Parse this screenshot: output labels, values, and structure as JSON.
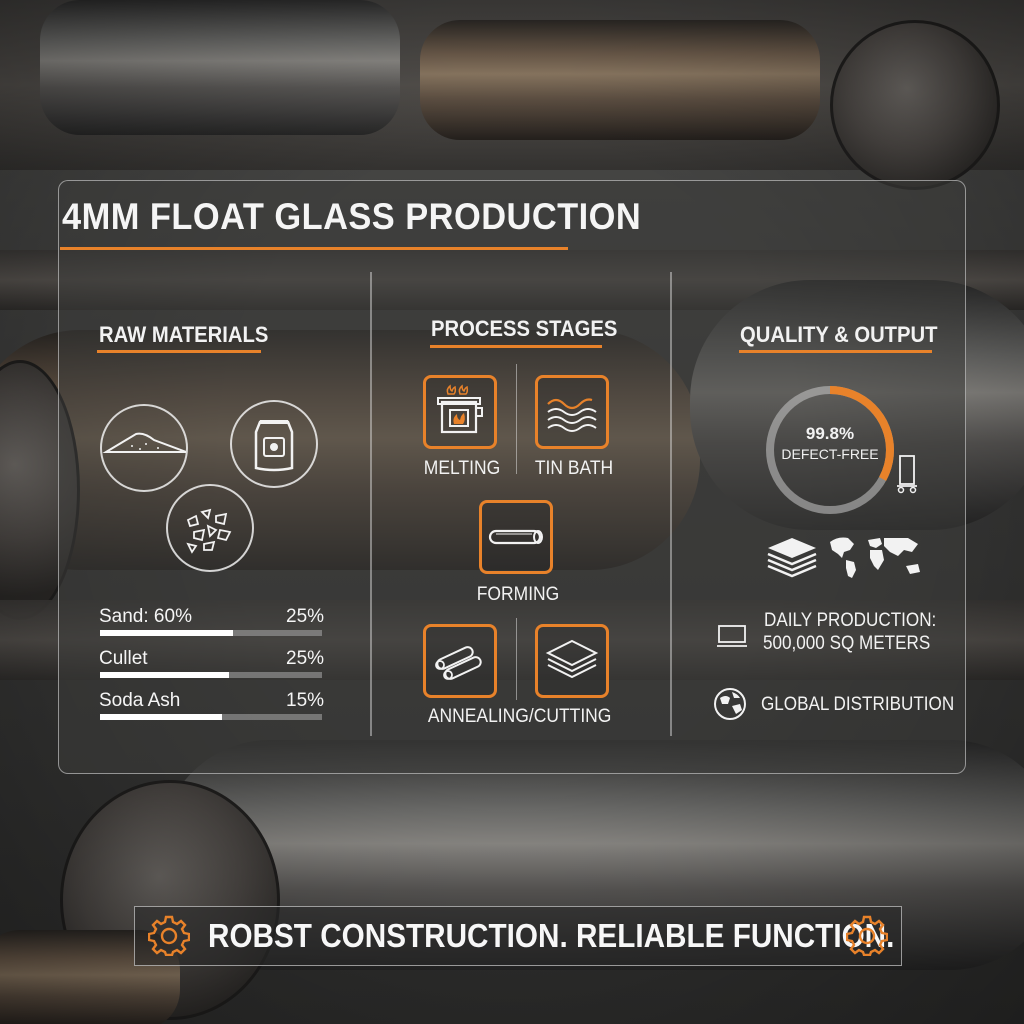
{
  "title": "4MM FLOAT GLASS PRODUCTION",
  "raw_materials": {
    "heading": "RAW MATERIALS",
    "icons": [
      "sand-pile-icon",
      "soda-ash-bag-icon",
      "cullet-shards-icon"
    ],
    "bars": [
      {
        "label": "Sand: 60%",
        "value_label": "25%",
        "fill": 0.6
      },
      {
        "label": "Cullet",
        "value_label": "25%",
        "fill": 0.58
      },
      {
        "label": "Soda Ash",
        "value_label": "15%",
        "fill": 0.55
      }
    ]
  },
  "process": {
    "heading": "PROCESS STAGES",
    "stages": [
      {
        "label": "MELTING",
        "icon": "furnace-icon"
      },
      {
        "label": "TIN BATH",
        "icon": "wave-icon"
      },
      {
        "label": "FORMING",
        "icon": "glass-sheet-roll-icon"
      },
      {
        "label": "ANNEALING/CUTTING",
        "icon": "rollers-icon"
      }
    ]
  },
  "quality": {
    "heading": "QUALITY & OUTPUT",
    "defect_free_value": "99.8%",
    "defect_free_label": "DEFECT-FREE",
    "gauge_fraction": 0.33,
    "daily_production_line1": "DAILY PRODUCTION:",
    "daily_production_line2": "500,000 SQ METERS",
    "distribution": "GLOBAL DISTRIBUTION"
  },
  "banner": {
    "text": "ROBST CONSTRUCTION. RELIABLE FUNCTION."
  },
  "colors": {
    "accent": "#e8822a",
    "text": "#f2f2f2"
  }
}
